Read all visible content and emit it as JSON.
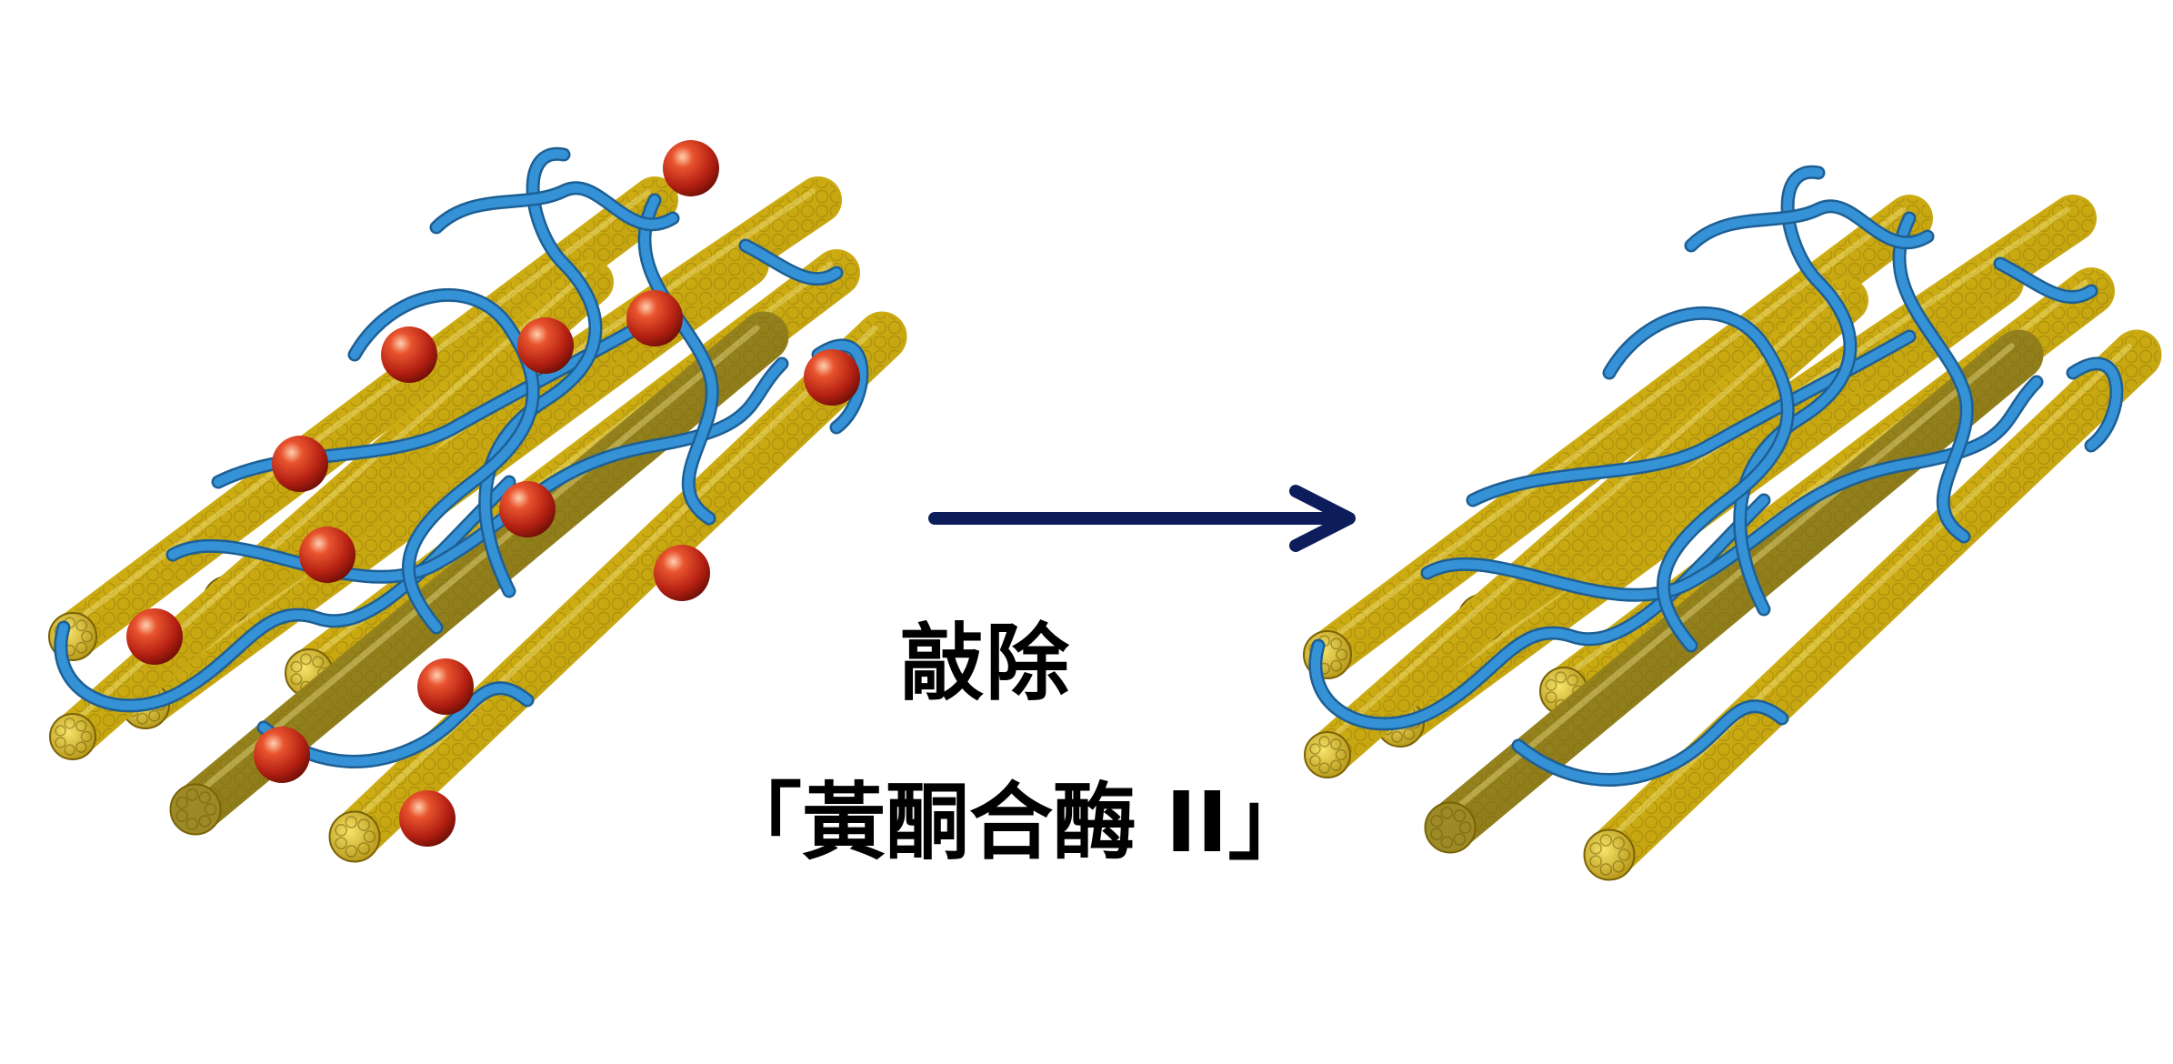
{
  "labels": {
    "action": "敲除",
    "target": "「黃酮合酶 II」"
  },
  "colors": {
    "rod": "#c9a90f",
    "rod_dark": "#8a7208",
    "rod_light": "#f0d84a",
    "strand": "#2f86c8",
    "sphere": "#c0281b",
    "arrow": "#0d1d5c"
  },
  "panels": [
    {
      "name": "before",
      "has_spheres": true
    },
    {
      "name": "after",
      "has_spheres": false
    }
  ]
}
